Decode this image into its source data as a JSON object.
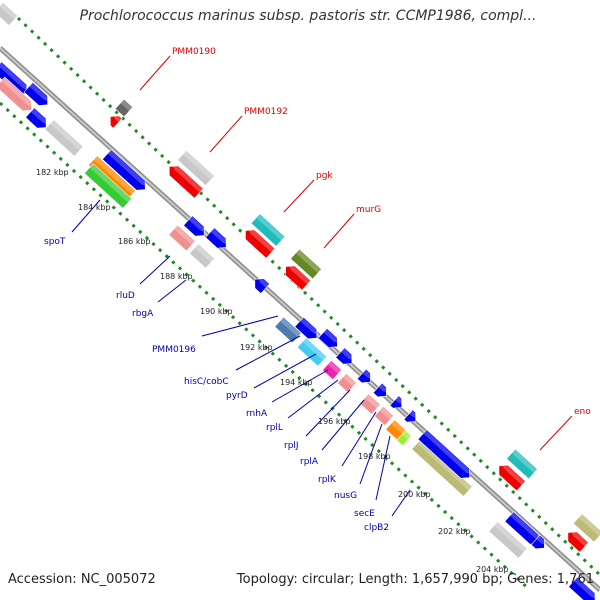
{
  "title": "Prochlorococcus marinus subsp. pastoris str. CCMP1986, compl...",
  "footer": {
    "accession": "Accession: NC_005072",
    "summary": "Topology: circular; Length: 1,657,990 bp; Genes: 1,761"
  },
  "colors": {
    "forward_label": "#dd0000",
    "reverse_label": "#0000aa",
    "backbone": "#8c8c8c",
    "ruler_dots": "#228822"
  },
  "kbp_ticks": [
    "182 kbp",
    "184 kbp",
    "186 kbp",
    "188 kbp",
    "190 kbp",
    "192 kbp",
    "194 kbp",
    "196 kbp",
    "198 kbp",
    "200 kbp",
    "202 kbp",
    "204 kbp"
  ],
  "forward_labels": [
    "PMM0190",
    "PMM0192",
    "pgk",
    "murG",
    "eno"
  ],
  "reverse_labels": [
    "spoT",
    "rluD",
    "rbgA",
    "PMM0196",
    "hisC/cobC",
    "pyrD",
    "rnhA",
    "rplL",
    "rplJ",
    "rplA",
    "rplK",
    "nusG",
    "secE",
    "clpB2"
  ]
}
